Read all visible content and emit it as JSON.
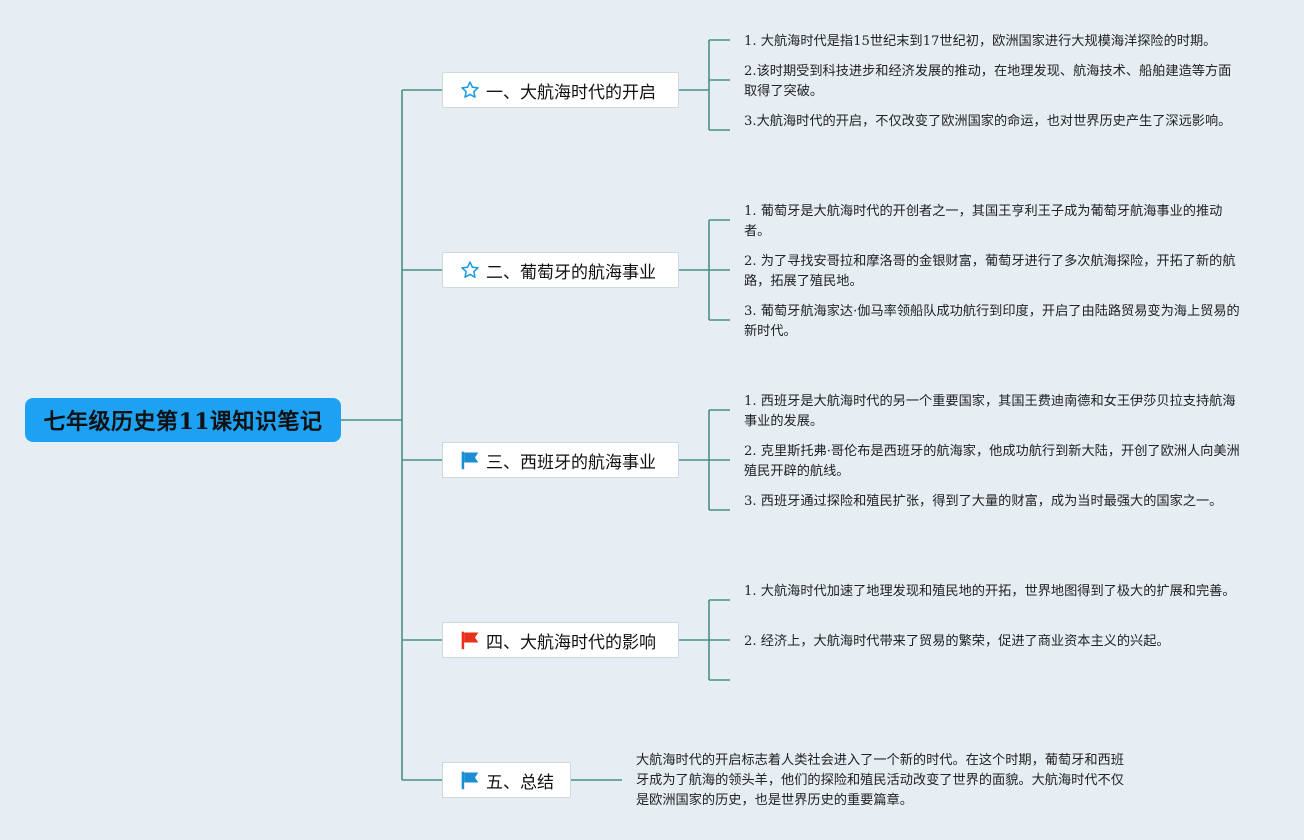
{
  "root": {
    "title": "七年级历史第11课知识笔记"
  },
  "topics": [
    {
      "icon": "star-outline-icon",
      "label": "一、大航海时代的开启",
      "notes": [
        "1. 大航海时代是指15世纪末到17世纪初，欧洲国家进行大规模海洋探险的时期。",
        "2.该时期受到科技进步和经济发展的推动，在地理发现、航海技术、船舶建造等方面取得了突破。",
        "3.大航海时代的开启，不仅改变了欧洲国家的命运，也对世界历史产生了深远影响。"
      ]
    },
    {
      "icon": "star-outline-icon",
      "label": "二、葡萄牙的航海事业",
      "notes": [
        "1. 葡萄牙是大航海时代的开创者之一，其国王亨利王子成为葡萄牙航海事业的推动者。",
        "2. 为了寻找安哥拉和摩洛哥的金银财富，葡萄牙进行了多次航海探险，开拓了新的航路，拓展了殖民地。",
        "3. 葡萄牙航海家达·伽马率领船队成功航行到印度，开启了由陆路贸易变为海上贸易的新时代。"
      ]
    },
    {
      "icon": "blue-flag-icon",
      "label": "三、西班牙的航海事业",
      "notes": [
        "1. 西班牙是大航海时代的另一个重要国家，其国王费迪南德和女王伊莎贝拉支持航海事业的发展。",
        "2. 克里斯托弗·哥伦布是西班牙的航海家，他成功航行到新大陆，开创了欧洲人向美洲殖民开辟的航线。",
        "3. 西班牙通过探险和殖民扩张，得到了大量的财富，成为当时最强大的国家之一。"
      ]
    },
    {
      "icon": "red-flag-icon",
      "label": "四、大航海时代的影响",
      "notes": [
        "1. 大航海时代加速了地理发现和殖民地的开拓，世界地图得到了极大的扩展和完善。",
        "2. 经济上，大航海时代带来了贸易的繁荣，促进了商业资本主义的兴起。",
        ""
      ]
    },
    {
      "icon": "blue-flag-icon",
      "label": "五、总结",
      "notes": [
        "大航海时代的开启标志着人类社会进入了一个新的时代。在这个时期，葡萄牙和西班牙成为了航海的领头羊，他们的探险和殖民活动改变了世界的面貌。大航海时代不仅是欧洲国家的历史，也是世界历史的重要篇章。"
      ]
    }
  ],
  "colors": {
    "background": "#e6eef3",
    "root": "#1da1f2",
    "connector": "#4a8f86",
    "star": "#1a9be0",
    "blue_flag": "#1a8fd6",
    "red_flag": "#e8311a"
  }
}
